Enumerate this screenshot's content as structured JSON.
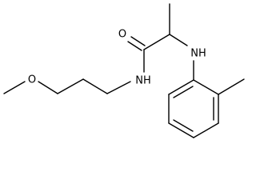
{
  "atoms": {
    "methoxy_oxygen": "O",
    "carbonyl_oxygen": "O",
    "amide_nitrogen": "NH",
    "amine_nitrogen": "NH"
  }
}
